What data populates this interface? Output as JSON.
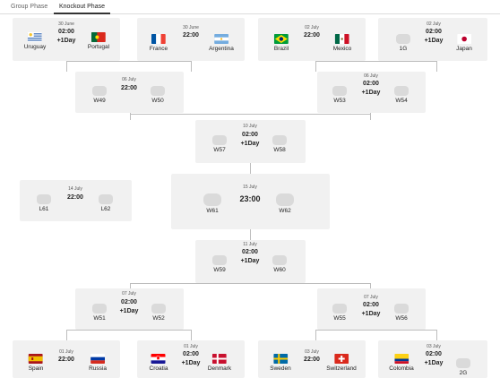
{
  "tabs": [
    "Group Phase",
    "Knockout Phase"
  ],
  "matches": {
    "r16_1": {
      "date": "30 June",
      "time": "02:00",
      "plus": "+1Day",
      "home": "Uruguay",
      "away": "Portugal"
    },
    "r16_2": {
      "date": "30 June",
      "time": "22:00",
      "home": "France",
      "away": "Argentina"
    },
    "r16_3": {
      "date": "02 July",
      "time": "22:00",
      "home": "Brazil",
      "away": "Mexico"
    },
    "r16_4": {
      "date": "02 July",
      "time": "02:00",
      "plus": "+1Day",
      "home": "1G",
      "away": "Japan"
    },
    "qf_1": {
      "date": "06 July",
      "time": "22:00",
      "home": "W49",
      "away": "W50"
    },
    "qf_2": {
      "date": "06 July",
      "time": "02:00",
      "plus": "+1Day",
      "home": "W53",
      "away": "W54"
    },
    "sf_1": {
      "date": "10 July",
      "time": "02:00",
      "plus": "+1Day",
      "home": "W57",
      "away": "W58"
    },
    "third": {
      "date": "14 July",
      "time": "22:00",
      "home": "L61",
      "away": "L62"
    },
    "final": {
      "date": "15 July",
      "time": "23:00",
      "home": "W61",
      "away": "W62"
    },
    "sf_2": {
      "date": "11 July",
      "time": "02:00",
      "plus": "+1Day",
      "home": "W59",
      "away": "W60"
    },
    "qf_3": {
      "date": "07 July",
      "time": "02:00",
      "plus": "+1Day",
      "home": "W51",
      "away": "W52"
    },
    "qf_4": {
      "date": "07 July",
      "time": "02:00",
      "plus": "+1Day",
      "home": "W55",
      "away": "W56"
    },
    "r16_5": {
      "date": "01 July",
      "time": "22:00",
      "home": "Spain",
      "away": "Russia"
    },
    "r16_6": {
      "date": "01 July",
      "time": "02:00",
      "plus": "+1Day",
      "home": "Croatia",
      "away": "Denmark"
    },
    "r16_7": {
      "date": "03 July",
      "time": "22:00",
      "home": "Sweden",
      "away": "Switzerland"
    },
    "r16_8": {
      "date": "03 July",
      "time": "02:00",
      "plus": "+1Day",
      "home": "Colombia",
      "away": "2G"
    }
  },
  "flag_icons": {
    "Uruguay": "uruguay-flag-icon",
    "Portugal": "portugal-flag-icon",
    "France": "france-flag-icon",
    "Argentina": "argentina-flag-icon",
    "Brazil": "brazil-flag-icon",
    "Mexico": "mexico-flag-icon",
    "Japan": "japan-flag-icon",
    "Spain": "spain-flag-icon",
    "Russia": "russia-flag-icon",
    "Croatia": "croatia-flag-icon",
    "Denmark": "denmark-flag-icon",
    "Sweden": "sweden-flag-icon",
    "Switzerland": "switzerland-flag-icon",
    "Colombia": "colombia-flag-icon"
  },
  "colors": {
    "card_bg": "#f1f1f1",
    "placeholder": "#dadada",
    "connector": "#bdbdbd"
  }
}
